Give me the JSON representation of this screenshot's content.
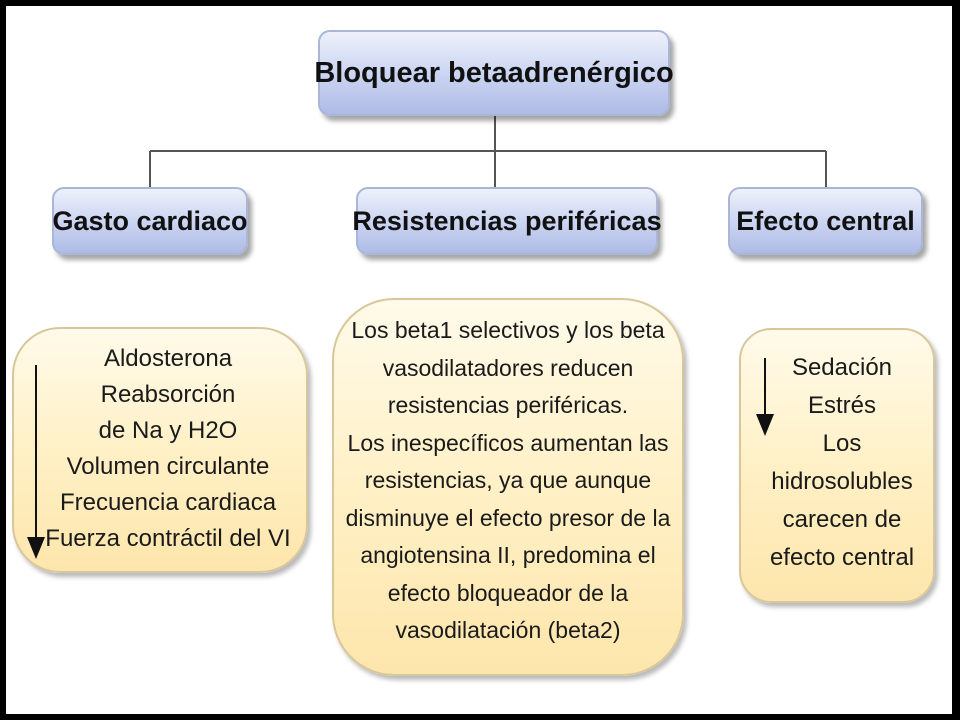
{
  "root": {
    "label": "Bloquear betaadrenérgico"
  },
  "categories": [
    {
      "label": "Gasto cardiaco"
    },
    {
      "label": "Resistencias periféricas"
    },
    {
      "label": "Efecto central"
    }
  ],
  "details": {
    "gasto": {
      "lines": [
        "Aldosterona",
        "Reabsorción",
        "de Na y H2O",
        "Volumen circulante",
        "Frecuencia cardiaca",
        "Fuerza contráctil del VI"
      ]
    },
    "resistencias": {
      "lines": [
        "Los beta1 selectivos y los beta",
        "vasodilatadores reducen",
        "resistencias periféricas.",
        "Los inespecíficos aumentan las",
        "resistencias, ya que aunque",
        "disminuye el efecto presor de la",
        "angiotensina II, predomina el",
        "efecto bloqueador de la",
        "vasodilatación (beta2)"
      ]
    },
    "central": {
      "lines": [
        "Sedación",
        "Estrés",
        "Los",
        "hidrosolubles",
        "carecen de",
        "efecto central"
      ]
    }
  },
  "icons": {
    "decrease": "down-arrow-icon"
  },
  "colors": {
    "node_fill": "#c9d3f1",
    "detail_fill": "#fff0c6",
    "connector": "#555555"
  }
}
